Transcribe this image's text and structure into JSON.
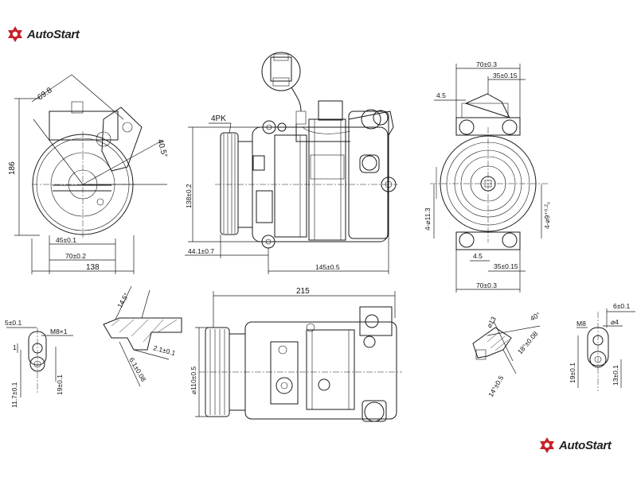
{
  "brand": {
    "name": "AutoStart",
    "color": "#c8202a"
  },
  "labels": {
    "front": {
      "angle1": "69.8",
      "height": "186",
      "angle2": "40.5°",
      "w45": "45±0.1",
      "w70": "70±0.2",
      "w138": "138"
    },
    "side": {
      "belt": "4PK",
      "h138": "138±0.2",
      "w44": "44.1±0.7",
      "w145": "145±0.5"
    },
    "rear": {
      "w70top": "70±0.3",
      "w35top": "35±0.15",
      "w45top": "4.5",
      "dia113": "4-⌀11.3",
      "dia9": "4-⌀9⁺⁰·²₀",
      "w45bot": "4.5",
      "w35bot": "35±0.15",
      "w70bot": "70±0.3"
    },
    "bottom": {
      "w215": "215",
      "dia110": "⌀110±0.5"
    },
    "detail1": {
      "w5": "5±0.1",
      "m8": "M8×1",
      "h1": "1",
      "h117": "11.7±0.1",
      "h19": "19±0.1"
    },
    "detail2": {
      "a14": "14.5°",
      "a21": "2.1±0.1",
      "a61": "6.1±0.08"
    },
    "detail3": {
      "a40": "40°",
      "a13": "⌀13",
      "a18": "18°±0.08",
      "a14": "14°±0.5"
    },
    "detail4": {
      "w6": "6±0.1",
      "m8": "M8",
      "d4": "⌀4",
      "h19": "19±0.1",
      "h13": "13±0.1"
    }
  },
  "icons": [
    "autostart-logo-icon"
  ]
}
